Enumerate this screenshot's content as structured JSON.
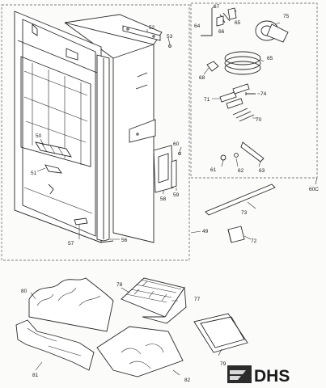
{
  "labels": {
    "l49": "49",
    "l50": "50",
    "l51": "51",
    "l52": "52",
    "l53": "53",
    "l56": "56",
    "l57": "57",
    "l58": "58",
    "l59": "59",
    "l60": "60",
    "l60c": "60C",
    "l61": "61",
    "l62": "62",
    "l63": "63",
    "l64": "64",
    "l65a": "65",
    "l65b": "65",
    "l66": "66",
    "l67": "67",
    "l68": "68",
    "l70": "70",
    "l71": "71",
    "l72": "72",
    "l73": "73",
    "l74": "74",
    "l75": "75",
    "l77": "77",
    "l78": "78",
    "l79": "79",
    "l80": "80",
    "l81": "81",
    "l82": "82"
  },
  "logo": {
    "text": "DHS"
  }
}
